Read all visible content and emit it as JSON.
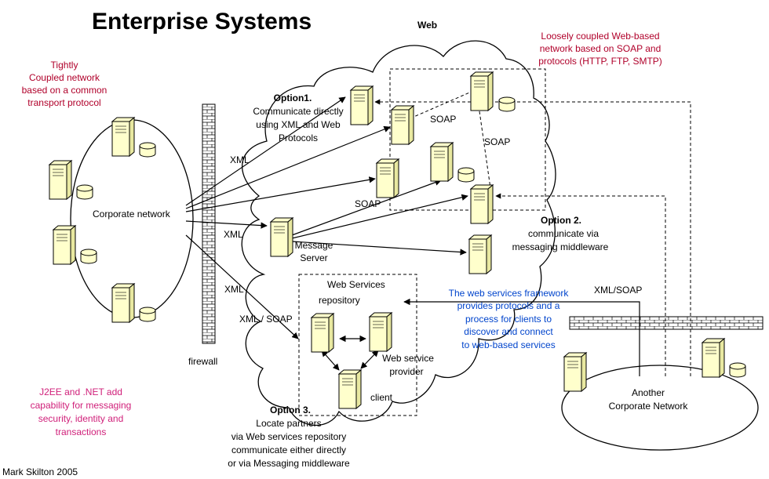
{
  "title": "Enterprise Systems",
  "web_label": "Web",
  "loosely_coupled": [
    "Loosely coupled Web-based",
    "network based on SOAP and",
    "protocols (HTTP, FTP, SMTP)"
  ],
  "tightly_coupled": [
    "Tightly",
    "Coupled network",
    "based on a common",
    "transport protocol"
  ],
  "option1_bold": "Option1.",
  "option1_lines": [
    "Communicate directly",
    "using XML and Web",
    "Protocols"
  ],
  "corporate_network": "Corporate network",
  "firewall": "firewall",
  "xml_labels": [
    "XML",
    "XML",
    "XML"
  ],
  "xml_soap": "XML / SOAP",
  "soap_labels": [
    "SOAP",
    "SOAP",
    "SOAP"
  ],
  "message_server": [
    "Message",
    "Server"
  ],
  "option2_bold": "Option 2.",
  "option2_lines": [
    "communicate via",
    "messaging middleware"
  ],
  "ws_framework": [
    "The web services framework",
    "provides protocols and a",
    "process for clients to",
    "discover and connect",
    "to web-based services"
  ],
  "xml_soap_right": "XML/SOAP",
  "ws_repository": [
    "Web Services",
    "repository"
  ],
  "ws_provider": [
    "Web service",
    "provider"
  ],
  "client": "client",
  "option3_bold": "Option 3.",
  "option3_lines": [
    "Locate partners",
    "via Web services repository",
    "communicate either directly",
    "or via Messaging middleware"
  ],
  "another_network": [
    "Another",
    "Corporate Network"
  ],
  "j2ee": [
    "J2EE and .NET add",
    "capability for messaging",
    "security, identity and",
    "transactions"
  ],
  "author": "Mark Skilton 2005",
  "colors": {
    "red": "#b0002a",
    "pink": "#d0207a",
    "blue": "#0044cc",
    "server": "#ffffcc"
  }
}
